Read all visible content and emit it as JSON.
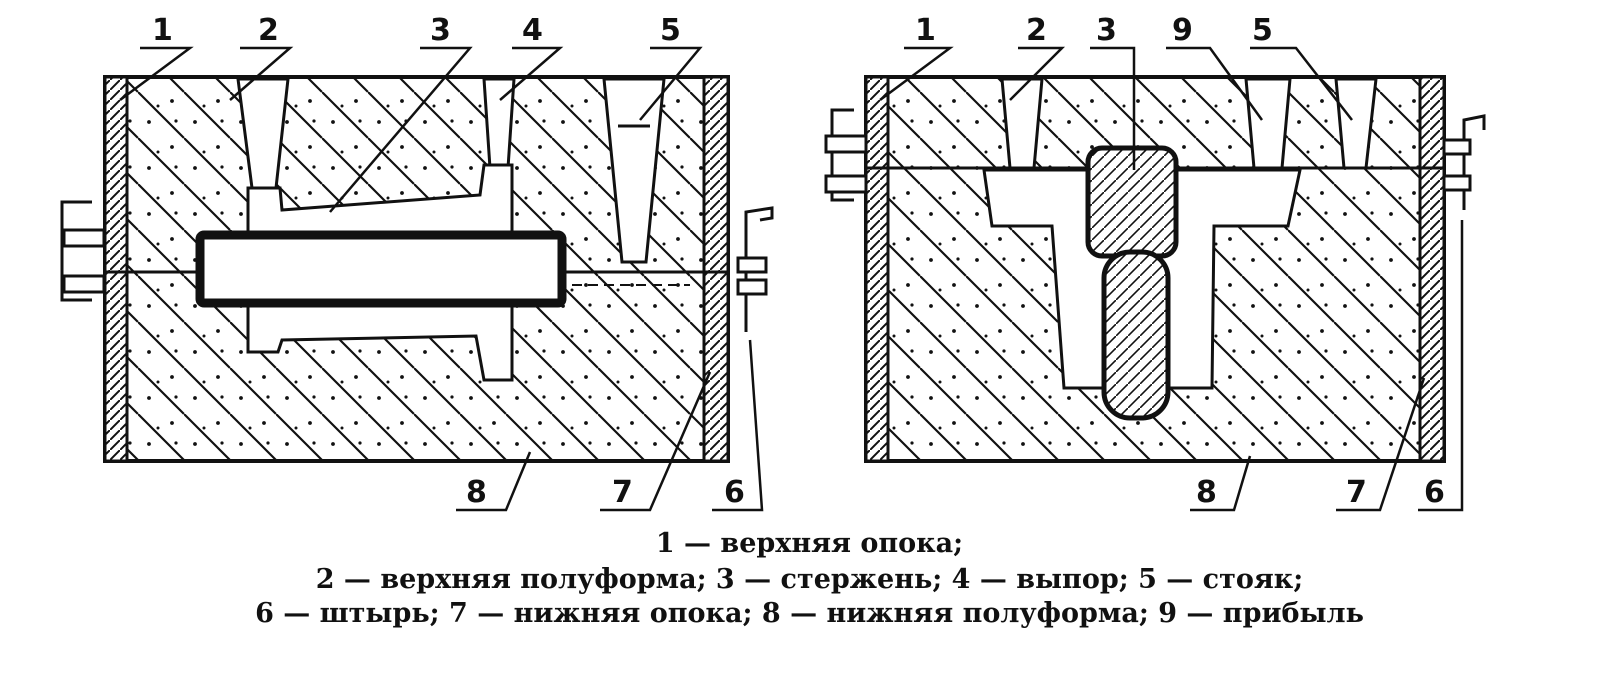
{
  "figure": {
    "left_labels": [
      "1",
      "2",
      "3",
      "4",
      "5",
      "6",
      "7",
      "8"
    ],
    "right_labels": [
      "1",
      "2",
      "3",
      "9",
      "5",
      "6",
      "7",
      "8"
    ],
    "caption": {
      "line1": "1 — верхняя опока;",
      "line2": "2 — верхняя полуформа; 3 — стержень; 4 — выпор; 5 — стояк;",
      "line3": "6 — штырь; 7 — нижняя опока; 8 — нижняя полуформа; 9 — прибыль"
    }
  }
}
